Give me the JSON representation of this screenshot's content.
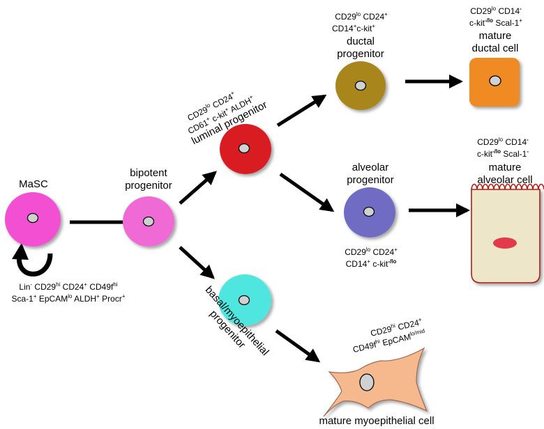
{
  "cells": {
    "masc": {
      "name": "MaSC",
      "color": "#f24fd3"
    },
    "bipotent": {
      "name_line1": "bipotent",
      "name_line2": "progenitor",
      "color": "#f06ad6"
    },
    "luminal": {
      "name": "luminal progenitor",
      "color": "#d81e22"
    },
    "ductal": {
      "name_line1": "ductal",
      "name_line2": "progenitor",
      "color": "#a8861c"
    },
    "alveolar": {
      "name_line1": "alveolar",
      "name_line2": "progenitor",
      "color": "#6f6cc4"
    },
    "basal": {
      "name_line1": "basal/myoepithelial",
      "name_line2": "progenitor",
      "color": "#4fe6e0"
    },
    "mature_ductal": {
      "name_line1": "mature",
      "name_line2": "ductal cell",
      "color": "#f08a20"
    },
    "mature_alveolar": {
      "name_line1": "mature",
      "name_line2": "alveolar cell",
      "color": "#ede6c8",
      "edge_color": "#b11e14"
    },
    "mature_myoepithelial": {
      "name": "mature myoepithelial cell",
      "color": "#f6b98e"
    }
  },
  "nucleus_color": "#d0d2d2",
  "alveolar_nucleus_color": "#e23a4a",
  "markers": {
    "masc": {
      "line1": [
        {
          "t": "Lin"
        },
        {
          "sup": "-"
        },
        {
          "t": " CD29"
        },
        {
          "sup": "hi"
        },
        {
          "t": " CD24"
        },
        {
          "sup": "+"
        },
        {
          "t": "  CD49f"
        },
        {
          "sup": "hi"
        }
      ],
      "line2": [
        {
          "t": "Sca-1"
        },
        {
          "sup": "+"
        },
        {
          "t": " EpCAM"
        },
        {
          "sup": "lo"
        },
        {
          "t": " ALDH"
        },
        {
          "sup": "+"
        },
        {
          "t": " Procr"
        },
        {
          "sup": "+"
        }
      ]
    },
    "luminal": {
      "line1": [
        {
          "t": "CD29"
        },
        {
          "sup": "lo"
        },
        {
          "t": " CD24"
        },
        {
          "sup": "+"
        }
      ],
      "line2": [
        {
          "t": "CD61"
        },
        {
          "sup": "+"
        },
        {
          "t": " c-kit"
        },
        {
          "sup": "+"
        },
        {
          "t": " ALDH"
        },
        {
          "sup": "+"
        }
      ]
    },
    "ductal": {
      "line1": [
        {
          "t": "CD29"
        },
        {
          "sup": "lo"
        },
        {
          "t": " CD24"
        },
        {
          "sup": "+"
        }
      ],
      "line2": [
        {
          "t": "CD14"
        },
        {
          "sup": "+"
        },
        {
          "t": "c-kit"
        },
        {
          "sup": "+"
        }
      ]
    },
    "mature_ductal": {
      "line1": [
        {
          "t": "CD29"
        },
        {
          "sup": "lo"
        },
        {
          "t": " CD14"
        },
        {
          "bsup": "-"
        }
      ],
      "line2": [
        {
          "t": "c-kit"
        },
        {
          "bsup": "-/lo"
        },
        {
          "t": " Scal-1"
        },
        {
          "sup": "+"
        }
      ]
    },
    "mature_alveolar": {
      "line1": [
        {
          "t": "CD29"
        },
        {
          "sup": "lo"
        },
        {
          "t": " CD14"
        },
        {
          "bsup": "-"
        }
      ],
      "line2": [
        {
          "t": "c-kit"
        },
        {
          "bsup": "-/lo"
        },
        {
          "t": " Scal-1"
        },
        {
          "bsup": "-"
        }
      ]
    },
    "alveolar": {
      "line1": [
        {
          "t": "CD29"
        },
        {
          "sup": "lo"
        },
        {
          "t": " CD24"
        },
        {
          "sup": "+"
        }
      ],
      "line2": [
        {
          "t": "CD14"
        },
        {
          "sup": "+"
        },
        {
          "t": " c-kit"
        },
        {
          "bsup": "-/lo"
        }
      ]
    },
    "myoepithelial": {
      "line1": [
        {
          "t": "CD29"
        },
        {
          "sup": "hi"
        },
        {
          "t": " CD24"
        },
        {
          "sup": "+"
        }
      ],
      "line2": [
        {
          "t": "CD49f"
        },
        {
          "sup": "hi"
        },
        {
          "t": " EpCAM"
        },
        {
          "sub": "lo/mid"
        }
      ]
    }
  }
}
